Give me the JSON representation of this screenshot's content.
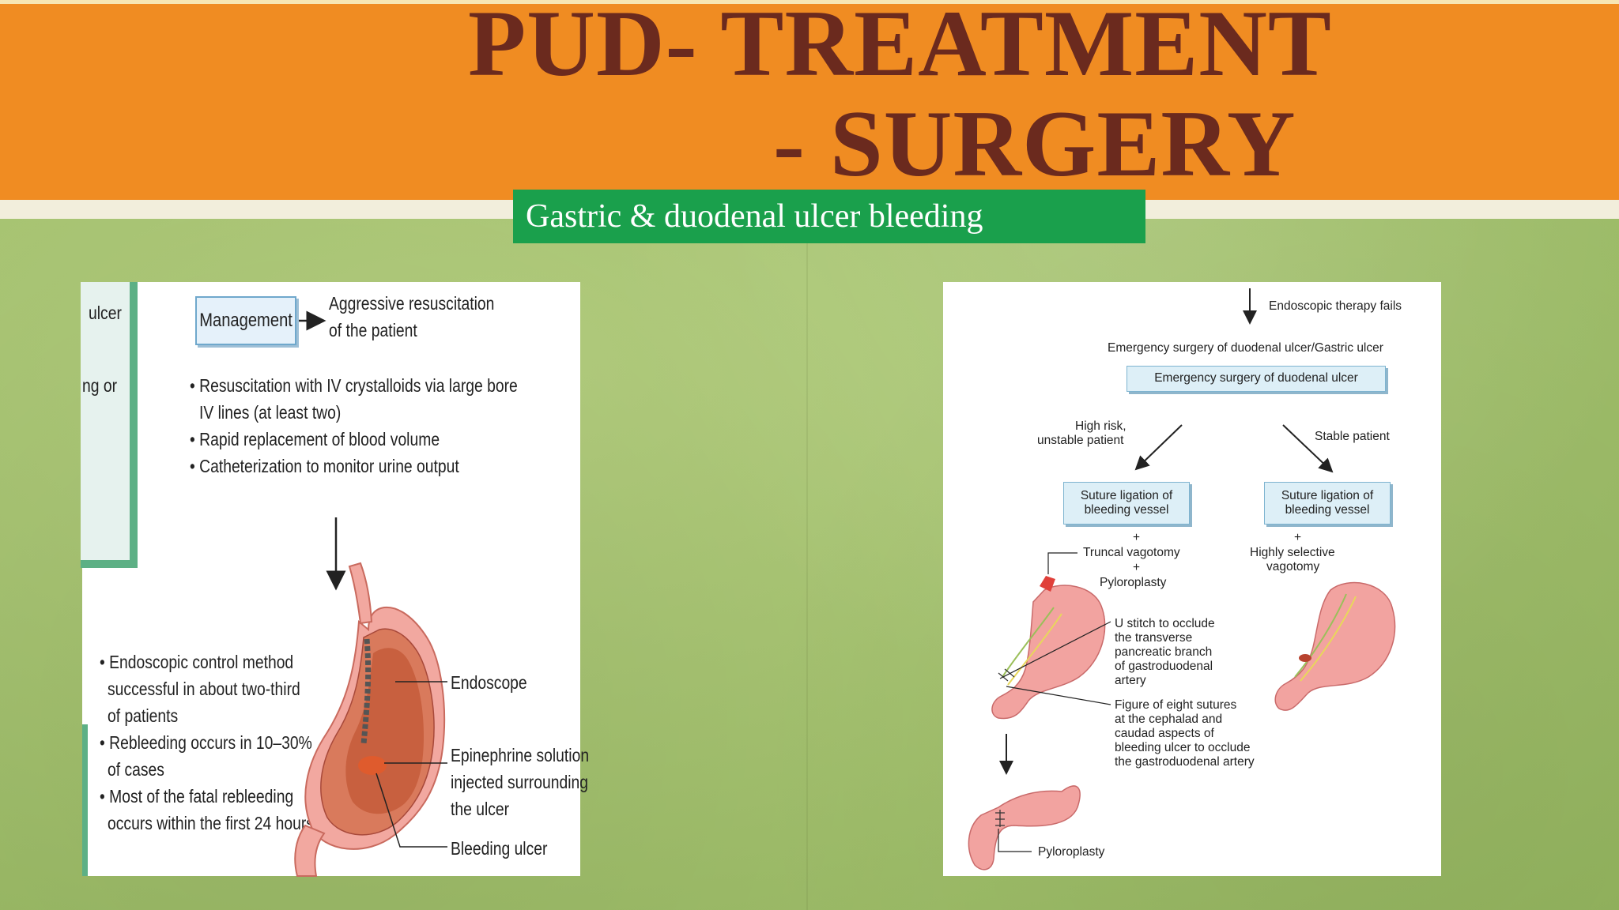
{
  "slide": {
    "title_line1": "PUD- TREATMENT",
    "title_line2": "- SURGERY",
    "subtitle": "Gastric & duodenal ulcer bleeding"
  },
  "colors": {
    "header_band": "#f08c22",
    "title_text": "#6b2a1e",
    "subtitle_band": "#1aa04c",
    "background": "#a2c06d"
  },
  "left_figure": {
    "cut_label_1": "ulcer",
    "cut_label_2": "ng or",
    "management_label": "Management",
    "resuscitation_line1": "Aggressive resuscitation",
    "resuscitation_line2": "of the patient",
    "bullets_top": [
      "• Resuscitation with IV crystalloids via large bore",
      "IV lines (at least two)",
      "• Rapid replacement of blood volume",
      "• Catheterization to monitor urine output"
    ],
    "bullets_bottom": [
      "• Endoscopic control method",
      "successful in about two-third",
      "of patients",
      "• Rebleeding occurs in 10–30%",
      "of cases",
      "• Most of the fatal rebleeding",
      "occurs within the first 24 hours"
    ],
    "label_endoscope": "Endoscope",
    "label_epinephrine": [
      "Epinephrine solution",
      "injected surrounding",
      "the ulcer"
    ],
    "label_bleeding_ulcer": "Bleeding ulcer",
    "stomach_icon": "stomach-cross-section-icon"
  },
  "right_figure": {
    "endoscopic_fails": "Endoscopic therapy fails",
    "emergency_heading": "Emergency surgery of duodenal ulcer/Gastric ulcer",
    "emergency_box": "Emergency surgery of duodenal ulcer",
    "high_risk": [
      "High risk,",
      "unstable patient"
    ],
    "stable": "Stable patient",
    "suture_left": [
      "Suture ligation of",
      "bleeding vessel"
    ],
    "suture_right": [
      "Suture ligation of",
      "bleeding vessel"
    ],
    "plus": "+",
    "truncal": "Truncal vagotomy",
    "pyloroplasty": "Pyloroplasty",
    "highly_selective": [
      "Highly selective",
      "vagotomy"
    ],
    "u_stitch": [
      "U stitch to occlude",
      "the transverse",
      "pancreatic branch",
      "of gastroduodenal",
      "artery"
    ],
    "figure_eight": [
      "Figure of eight sutures",
      "at the cephalad and",
      "caudad aspects of",
      "bleeding ulcer to occlude",
      "the gastroduodenal artery"
    ],
    "pyloroplasty_bottom": "Pyloroplasty",
    "stomach_icon": "stomach-icon"
  }
}
